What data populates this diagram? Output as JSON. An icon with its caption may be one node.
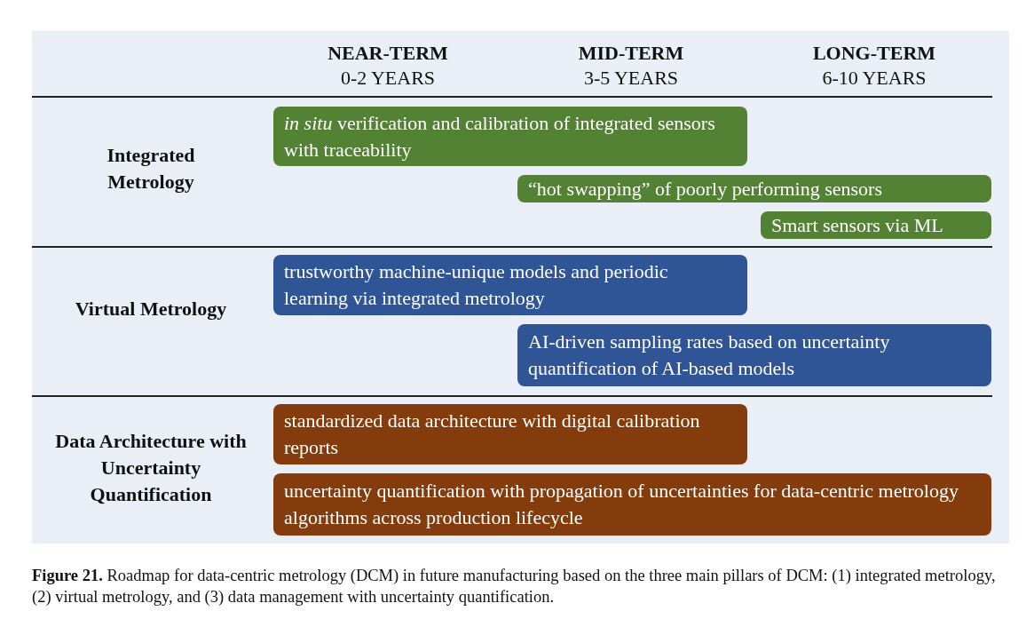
{
  "diagram": {
    "caption": "**Figure 21.** Roadmap for data-centric metrology (DCM) in future manufacturing based on the three main pillars of DCM: (1) integrated metrology, (2) virtual metrology, and (3) data management with uncertainty quantification.",
    "nodes": [
      {
        "text": [
          "*in situ* verification and calibration of integrated sensors with traceability"
        ]
      },
      {
        "text": [
          "“hot swapping” of poorly performing sensors"
        ]
      },
      {
        "text": [
          "Smart sensors via ML"
        ]
      },
      {
        "text": [
          "trustworthy machine-unique models and periodic learning via integrated metrology"
        ]
      },
      {
        "text": [
          "AI-driven sampling rates based on uncertainty quantification of AI-based models"
        ]
      },
      {
        "text": [
          "standardized data architecture with digital calibration reports"
        ]
      },
      {
        "text": [
          "uncertainty quantification with propagation of uncertainties for data-centric metrology algorithms across production lifecycle"
        ]
      }
    ],
    "labels": [
      "NEAR-TERM",
      "0-2 YEARS",
      "MID-TERM",
      "3-5 YEARS",
      "LONG-TERM",
      "6-10 YEARS",
      "Integrated Metrology",
      "Virtual Metrology",
      "Data Architecture with Uncertainty Quantification"
    ]
  }
}
